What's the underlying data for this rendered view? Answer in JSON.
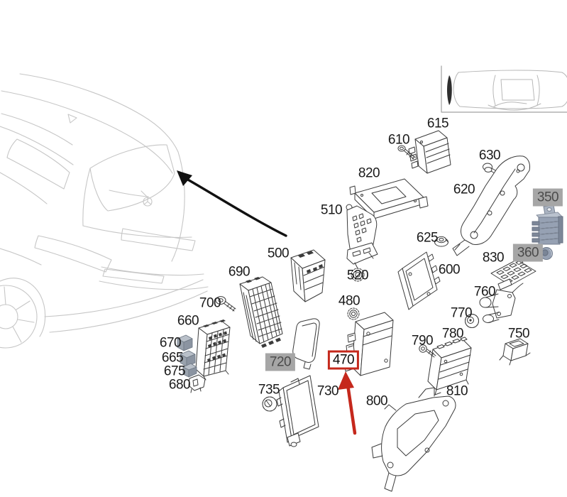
{
  "page": {
    "kind": "vehicle-parts-diagram",
    "background": "#ffffff"
  },
  "labels": {
    "l350": "350",
    "l360": "360",
    "l470": "470",
    "l480": "480",
    "l500": "500",
    "l510": "510",
    "l520": "520",
    "l600": "600",
    "l610": "610",
    "l615": "615",
    "l620": "620",
    "l625": "625",
    "l630": "630",
    "l660": "660",
    "l665": "665",
    "l670": "670",
    "l675": "675",
    "l680": "680",
    "l690": "690",
    "l700": "700",
    "l720": "720",
    "l730": "730",
    "l735": "735",
    "l750": "750",
    "l760": "760",
    "l770": "770",
    "l780": "780",
    "l790": "790",
    "l800": "800",
    "l810": "810",
    "l820": "820",
    "l830": "830"
  },
  "highlights": {
    "selected_part": "470",
    "selected_box_color": "#c5281c",
    "highlight_arrow_color": "#c5281c",
    "grey_parts": [
      "350",
      "360",
      "720"
    ],
    "grey_bg": "#a6a6a6",
    "grey_text": "#4b4b4b"
  },
  "icons": {
    "location_arrow": "black-curved-arrow-to-car-rear",
    "highlight_arrow": "red-arrow-to-part-470"
  }
}
